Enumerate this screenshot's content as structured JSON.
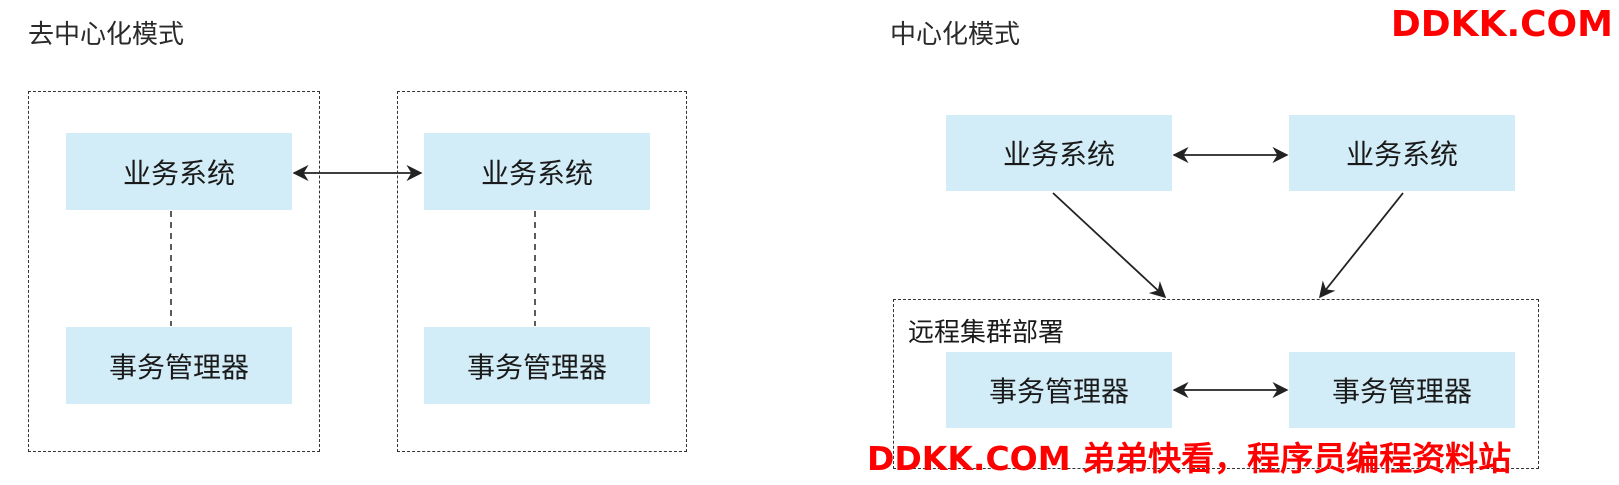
{
  "decentralized": {
    "title": "去中心化模式",
    "left": {
      "business": "业务系统",
      "tm": "事务管理器"
    },
    "right": {
      "business": "业务系统",
      "tm": "事务管理器"
    }
  },
  "centralized": {
    "title": "中心化模式",
    "business_left": "业务系统",
    "business_right": "业务系统",
    "cluster_label": "远程集群部署",
    "tm_left": "事务管理器",
    "tm_right": "事务管理器"
  },
  "watermark": {
    "top": "DDKK.COM",
    "bottom": "DDKK.COM 弟弟快看，程序员编程资料站"
  },
  "colors": {
    "box_fill": "#d3edf8",
    "watermark": "#ff0000"
  }
}
